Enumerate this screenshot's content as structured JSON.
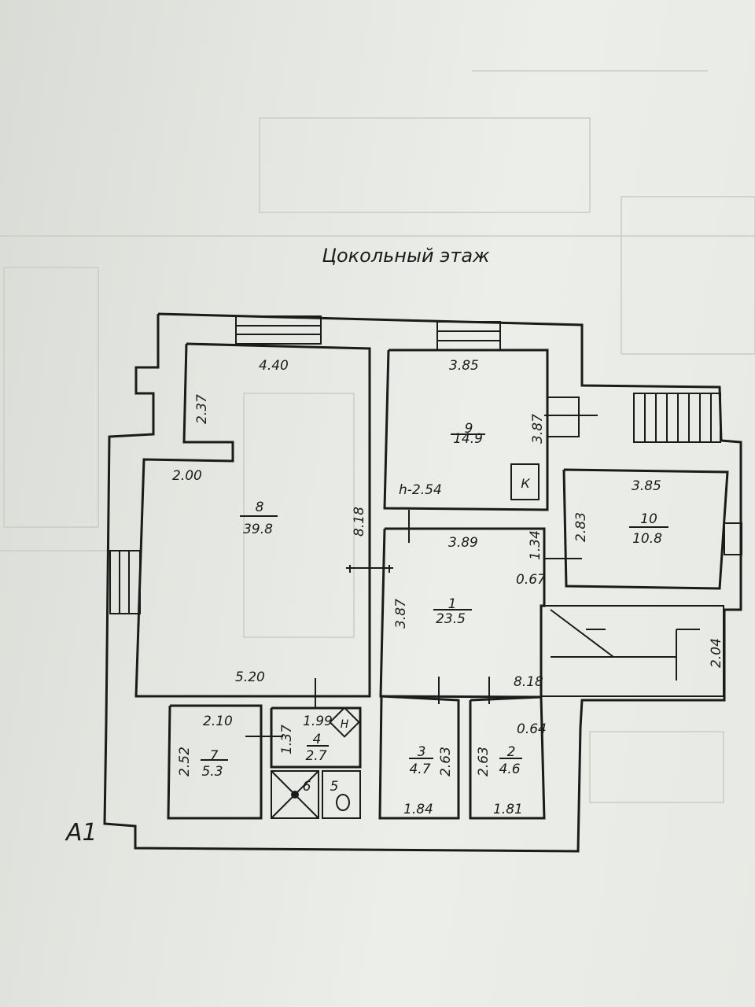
{
  "title": "Цокольный этаж",
  "sheet_label": "A1",
  "rooms": [
    {
      "number": "8",
      "area": "39.8"
    },
    {
      "number": "9",
      "area": "14.9"
    },
    {
      "number": "10",
      "area": "10.8"
    },
    {
      "number": "1",
      "area": "23.5"
    },
    {
      "number": "7",
      "area": "5.3"
    },
    {
      "number": "4",
      "area": "2.7"
    },
    {
      "number": "3",
      "area": "4.7"
    },
    {
      "number": "2",
      "area": "4.6"
    },
    {
      "number": "6",
      "area": ""
    },
    {
      "number": "5",
      "area": ""
    }
  ],
  "dimensions": {
    "r8_top": "4.40",
    "r8_left": "2.37",
    "r8_mid": "2.00",
    "r8_right": "8.18",
    "r8_bottom": "5.20",
    "r9_top": "3.85",
    "r9_right": "3.87",
    "r9_height": "h-2.54",
    "r10_top": "3.85",
    "r10_left": "2.83",
    "r1_top": "3.89",
    "r1_small": "1.34",
    "r1_gap": "0.67",
    "r1_left": "3.87",
    "r1_bottom": "8.18",
    "stair_right": "2.04",
    "r7_top": "2.10",
    "r7_left": "2.52",
    "r4_top": "1.99",
    "r4_side": "1.37",
    "r3_right": "2.63",
    "r3_bottom": "1.84",
    "r2_left": "2.63",
    "r2_bottom": "1.81",
    "r2_top": "0.64"
  },
  "symbols": {
    "k_box": "К",
    "boiler": "Н"
  }
}
